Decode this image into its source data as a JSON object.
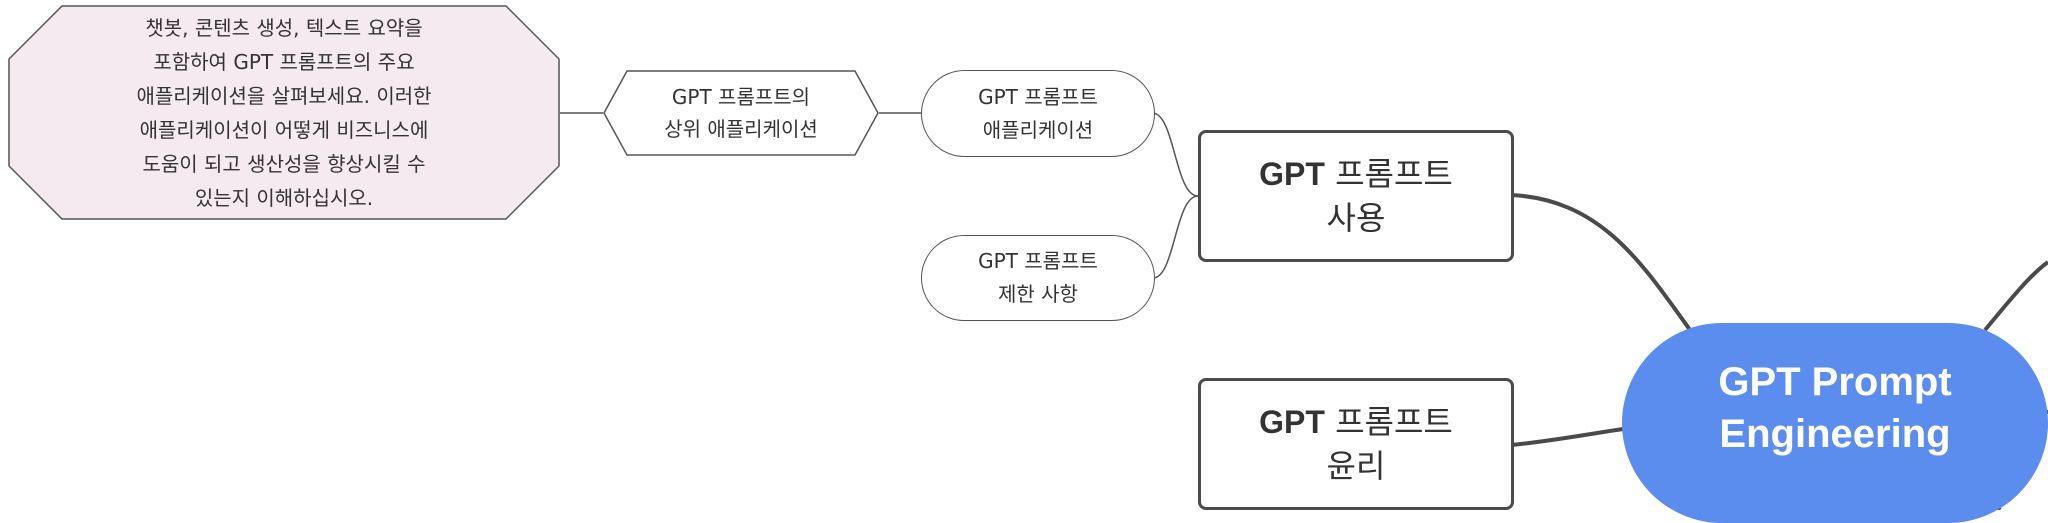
{
  "colors": {
    "central_fill": "#5b8def",
    "central_text": "#ffffff",
    "note_fill": "#f5eaef",
    "stroke": "#4a4a4a",
    "thin_stroke": "#555555"
  },
  "central": {
    "line1": "GPT Prompt",
    "line2": "Engineering"
  },
  "topics": {
    "usage": {
      "prefix": "GPT",
      "rest": " 프롬프트",
      "line2": "사용"
    },
    "ethics": {
      "prefix": "GPT",
      "rest": " 프롬프트",
      "line2": "윤리"
    }
  },
  "subtopics": {
    "applications": "GPT 프롬프트\n애플리케이션",
    "limitations": "GPT 프롬프트\n제한 사항"
  },
  "detail": {
    "top_applications": "GPT 프롬프트의\n상위 애플리케이션"
  },
  "note": {
    "text": "챗봇, 콘텐츠 생성, 텍스트 요약을\n포함하여 GPT 프롬프트의 주요\n애플리케이션을 살펴보세요. 이러한\n애플리케이션이 어떻게 비즈니스에\n도움이 되고 생산성을 향상시킬 수\n있는지 이해하십시오."
  }
}
